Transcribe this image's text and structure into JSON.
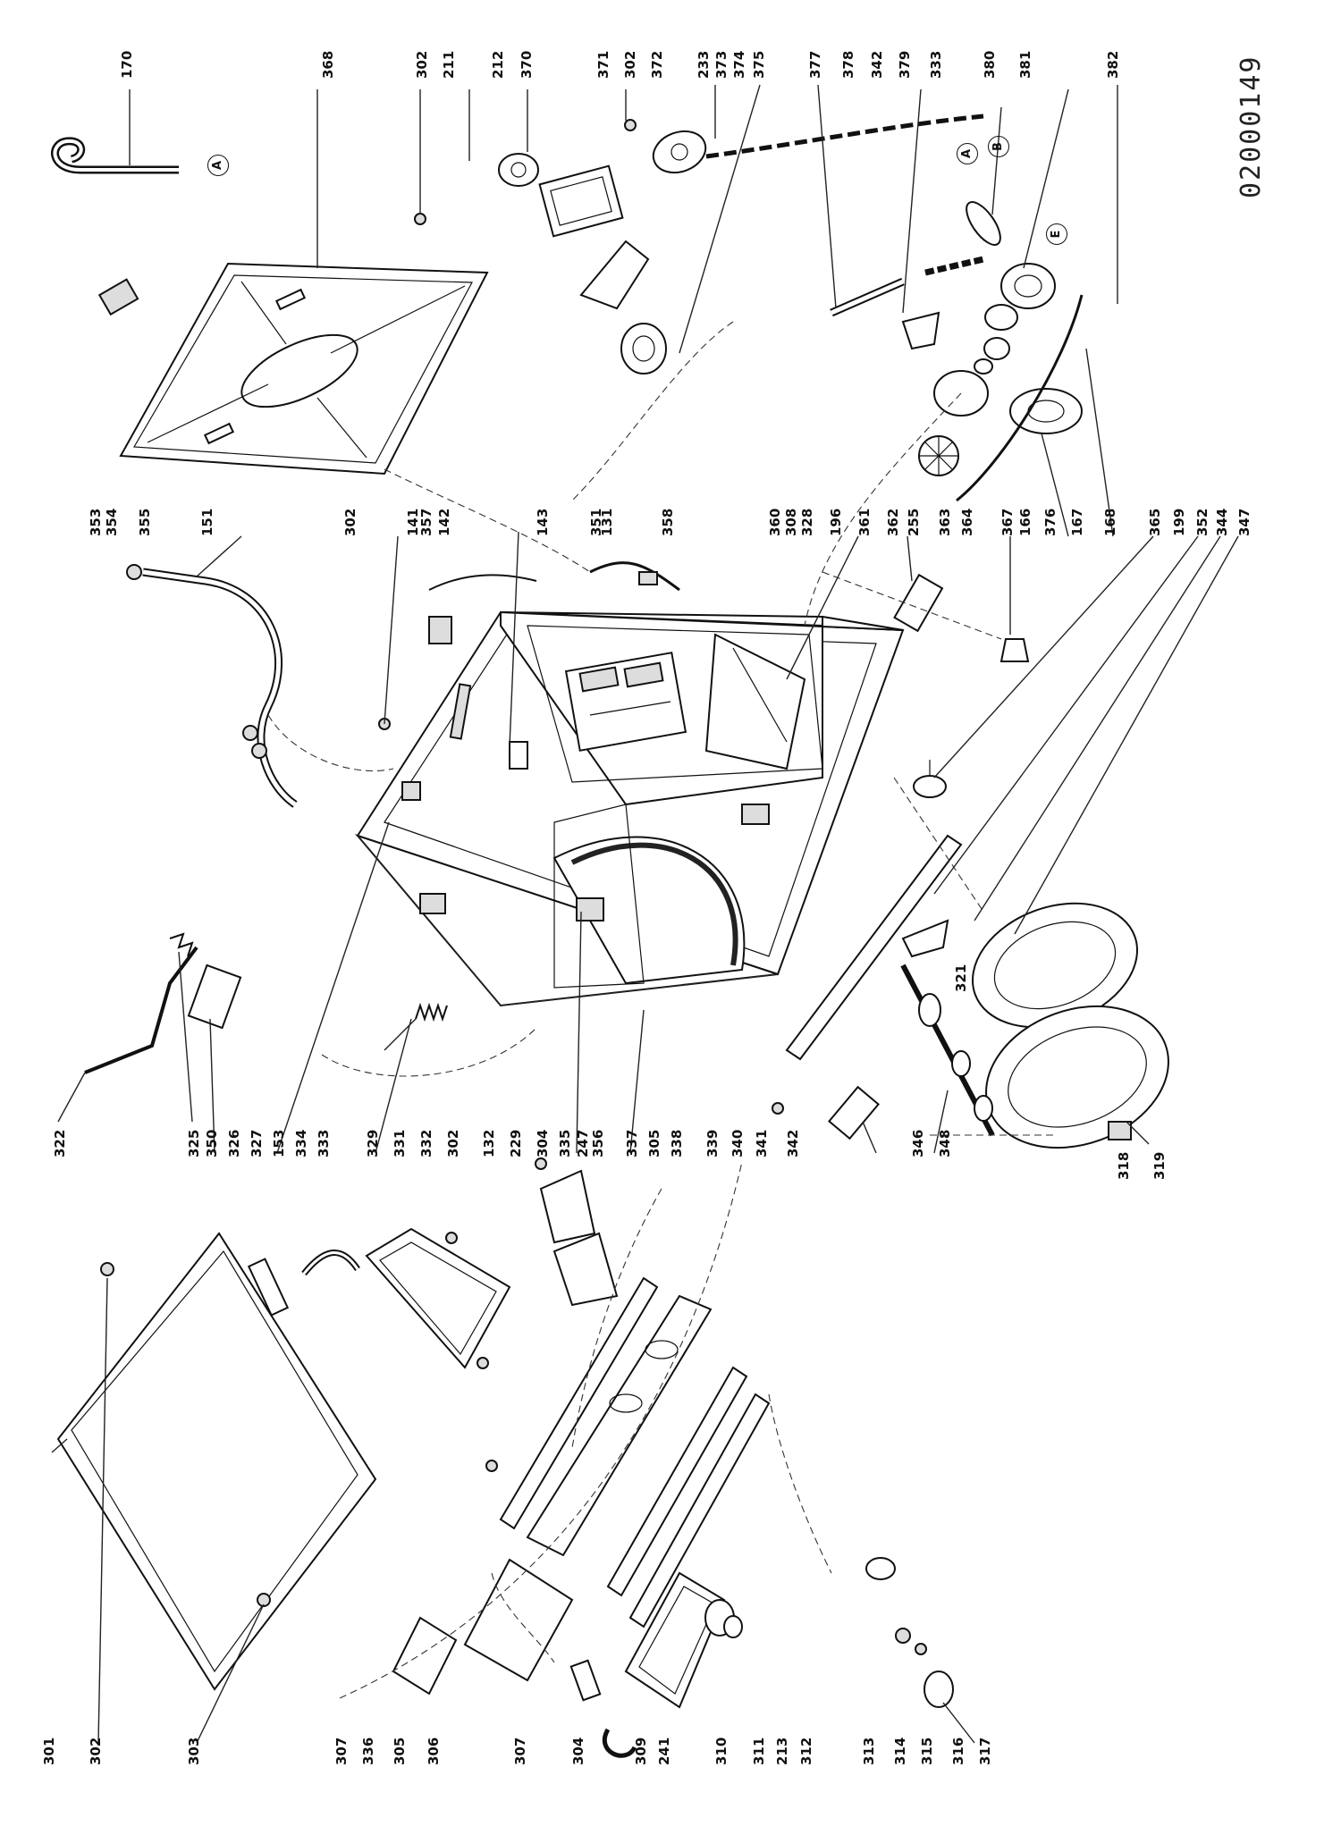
{
  "document_id": "02000149",
  "top_labels": [
    {
      "id": "l170",
      "text": "170"
    },
    {
      "id": "l368",
      "text": "368"
    },
    {
      "id": "l302a",
      "text": "302"
    },
    {
      "id": "l211",
      "text": "211"
    },
    {
      "id": "l212",
      "text": "212"
    },
    {
      "id": "l370",
      "text": "370"
    },
    {
      "id": "l371",
      "text": "371"
    },
    {
      "id": "l302b",
      "text": "302"
    },
    {
      "id": "l372",
      "text": "372"
    },
    {
      "id": "l233",
      "text": "233"
    },
    {
      "id": "l373",
      "text": "373"
    },
    {
      "id": "l374",
      "text": "374"
    },
    {
      "id": "l375",
      "text": "375"
    },
    {
      "id": "l377",
      "text": "377"
    },
    {
      "id": "l378",
      "text": "378"
    },
    {
      "id": "l342a",
      "text": "342"
    },
    {
      "id": "l379",
      "text": "379"
    },
    {
      "id": "l333a",
      "text": "333"
    },
    {
      "id": "l380",
      "text": "380"
    },
    {
      "id": "l381",
      "text": "381"
    },
    {
      "id": "l382",
      "text": "382"
    }
  ],
  "middle_labels": [
    {
      "id": "l353",
      "text": "353"
    },
    {
      "id": "l354",
      "text": "354"
    },
    {
      "id": "l355",
      "text": "355"
    },
    {
      "id": "l151",
      "text": "151"
    },
    {
      "id": "l302c",
      "text": "302"
    },
    {
      "id": "l141",
      "text": "141"
    },
    {
      "id": "l357",
      "text": "357"
    },
    {
      "id": "l142",
      "text": "142"
    },
    {
      "id": "l143",
      "text": "143"
    },
    {
      "id": "l351",
      "text": "351"
    },
    {
      "id": "l131",
      "text": "131"
    },
    {
      "id": "l358",
      "text": "358"
    },
    {
      "id": "l360",
      "text": "360"
    },
    {
      "id": "l308",
      "text": "308"
    },
    {
      "id": "l328",
      "text": "328"
    },
    {
      "id": "l196",
      "text": "196"
    },
    {
      "id": "l361",
      "text": "361"
    },
    {
      "id": "l362",
      "text": "362"
    },
    {
      "id": "l255",
      "text": "255"
    },
    {
      "id": "l363",
      "text": "363"
    },
    {
      "id": "l364",
      "text": "364"
    },
    {
      "id": "l367",
      "text": "367"
    },
    {
      "id": "l166",
      "text": "166"
    },
    {
      "id": "l376",
      "text": "376"
    },
    {
      "id": "l167",
      "text": "167"
    },
    {
      "id": "l168",
      "text": "168"
    },
    {
      "id": "l365",
      "text": "365"
    },
    {
      "id": "l199",
      "text": "199"
    },
    {
      "id": "l352",
      "text": "352"
    },
    {
      "id": "l344",
      "text": "344"
    },
    {
      "id": "l347",
      "text": "347"
    }
  ],
  "lower_labels": [
    {
      "id": "l322",
      "text": "322"
    },
    {
      "id": "l325",
      "text": "325"
    },
    {
      "id": "l350",
      "text": "350"
    },
    {
      "id": "l326",
      "text": "326"
    },
    {
      "id": "l327",
      "text": "327"
    },
    {
      "id": "l153",
      "text": "153"
    },
    {
      "id": "l334",
      "text": "334"
    },
    {
      "id": "l333b",
      "text": "333"
    },
    {
      "id": "l329",
      "text": "329"
    },
    {
      "id": "l331",
      "text": "331"
    },
    {
      "id": "l332",
      "text": "332"
    },
    {
      "id": "l302d",
      "text": "302"
    },
    {
      "id": "l132",
      "text": "132"
    },
    {
      "id": "l229",
      "text": "229"
    },
    {
      "id": "l304a",
      "text": "304"
    },
    {
      "id": "l335",
      "text": "335"
    },
    {
      "id": "l247",
      "text": "247"
    },
    {
      "id": "l356",
      "text": "356"
    },
    {
      "id": "l337",
      "text": "337"
    },
    {
      "id": "l305a",
      "text": "305"
    },
    {
      "id": "l338",
      "text": "338"
    },
    {
      "id": "l339",
      "text": "339"
    },
    {
      "id": "l340",
      "text": "340"
    },
    {
      "id": "l341",
      "text": "341"
    },
    {
      "id": "l342b",
      "text": "342"
    },
    {
      "id": "l346",
      "text": "346"
    },
    {
      "id": "l348",
      "text": "348"
    },
    {
      "id": "l321",
      "text": "321"
    },
    {
      "id": "l318",
      "text": "318"
    },
    {
      "id": "l319",
      "text": "319"
    }
  ],
  "bottom_labels": [
    {
      "id": "l301",
      "text": "301"
    },
    {
      "id": "l302e",
      "text": "302"
    },
    {
      "id": "l303",
      "text": "303"
    },
    {
      "id": "l307a",
      "text": "307"
    },
    {
      "id": "l336",
      "text": "336"
    },
    {
      "id": "l305b",
      "text": "305"
    },
    {
      "id": "l306",
      "text": "306"
    },
    {
      "id": "l307b",
      "text": "307"
    },
    {
      "id": "l304b",
      "text": "304"
    },
    {
      "id": "l309",
      "text": "309"
    },
    {
      "id": "l241",
      "text": "241"
    },
    {
      "id": "l310",
      "text": "310"
    },
    {
      "id": "l311",
      "text": "311"
    },
    {
      "id": "l213",
      "text": "213"
    },
    {
      "id": "l312",
      "text": "312"
    },
    {
      "id": "l313",
      "text": "313"
    },
    {
      "id": "l314",
      "text": "314"
    },
    {
      "id": "l315",
      "text": "315"
    },
    {
      "id": "l316",
      "text": "316"
    },
    {
      "id": "l317",
      "text": "317"
    }
  ],
  "callouts": [
    {
      "id": "cA1",
      "text": "A"
    },
    {
      "id": "cA2",
      "text": "A"
    },
    {
      "id": "cB",
      "text": "B"
    },
    {
      "id": "cE",
      "text": "E"
    }
  ]
}
